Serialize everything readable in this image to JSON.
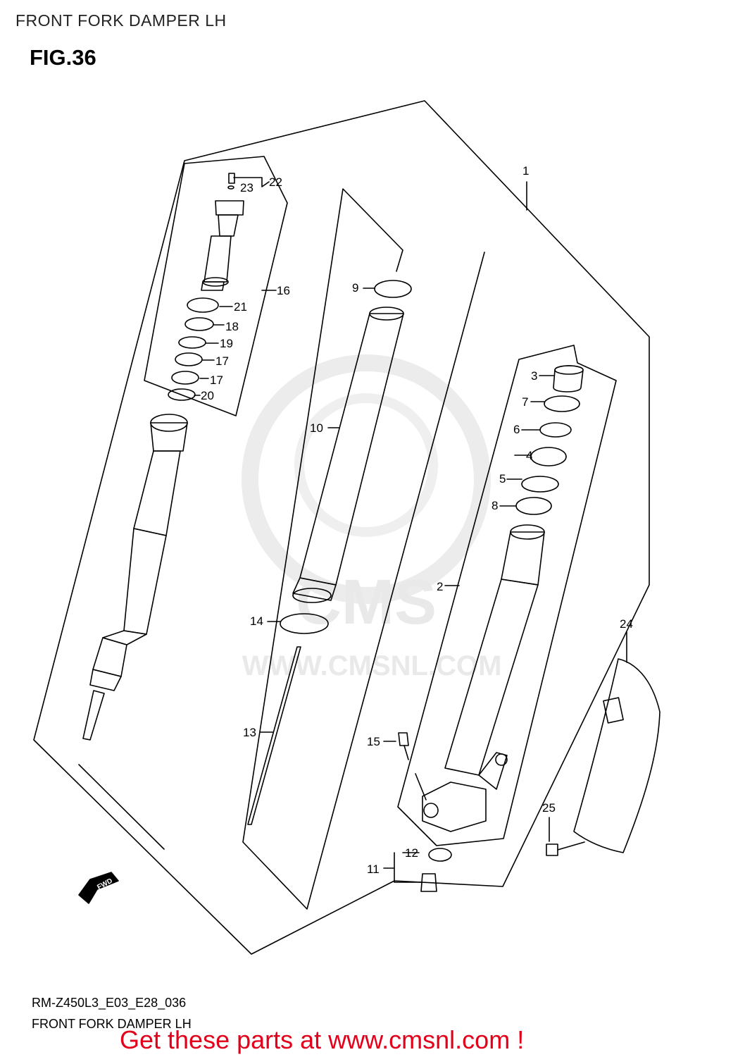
{
  "header": {
    "title": "FRONT FORK DAMPER LH",
    "figure": "FIG.36"
  },
  "watermark": {
    "brand": "CMS",
    "url": "WWW.CMSNL.COM"
  },
  "direction_marker": {
    "label": "FWD"
  },
  "callouts": [
    {
      "id": "c1",
      "label": "1"
    },
    {
      "id": "c2",
      "label": "2"
    },
    {
      "id": "c3",
      "label": "3"
    },
    {
      "id": "c4",
      "label": "4"
    },
    {
      "id": "c5",
      "label": "5"
    },
    {
      "id": "c6",
      "label": "6"
    },
    {
      "id": "c7",
      "label": "7"
    },
    {
      "id": "c8",
      "label": "8"
    },
    {
      "id": "c9",
      "label": "9"
    },
    {
      "id": "c10",
      "label": "10"
    },
    {
      "id": "c11",
      "label": "11"
    },
    {
      "id": "c12",
      "label": "12"
    },
    {
      "id": "c13",
      "label": "13"
    },
    {
      "id": "c14",
      "label": "14"
    },
    {
      "id": "c15",
      "label": "15"
    },
    {
      "id": "c16",
      "label": "16"
    },
    {
      "id": "c17a",
      "label": "17"
    },
    {
      "id": "c17b",
      "label": "17"
    },
    {
      "id": "c18",
      "label": "18"
    },
    {
      "id": "c19",
      "label": "19"
    },
    {
      "id": "c20",
      "label": "20"
    },
    {
      "id": "c21",
      "label": "21"
    },
    {
      "id": "c22",
      "label": "22"
    },
    {
      "id": "c23",
      "label": "23"
    },
    {
      "id": "c24",
      "label": "24"
    },
    {
      "id": "c25",
      "label": "25"
    }
  ],
  "footer": {
    "code": "RM-Z450L3_E03_E28_036",
    "name": "FRONT FORK DAMPER LH",
    "cta": "Get these parts at www.cmsnl.com !"
  },
  "colors": {
    "cta": "#e2001a",
    "watermark": "#e9e9e9",
    "line": "#000000"
  }
}
